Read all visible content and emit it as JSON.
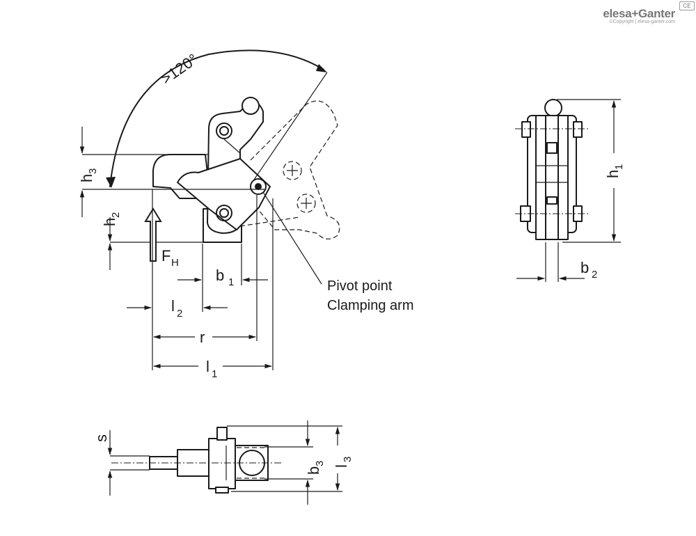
{
  "brand": {
    "name": "elesa+Ganter",
    "copyright": "©Copyright | elesa-ganter.com",
    "badge": "CE"
  },
  "labels": {
    "angle": ">120°",
    "h1": "h",
    "h1_sub": "1",
    "h2": "h",
    "h2_sub": "2",
    "h3": "h",
    "h3_sub": "3",
    "fh": "F",
    "fh_sub": "H",
    "b1": "b",
    "b1_sub": "1",
    "b2": "b",
    "b2_sub": "2",
    "b3": "b",
    "b3_sub": "3",
    "l1": "l",
    "l1_sub": "1",
    "l2": "l",
    "l2_sub": "2",
    "l3": "l",
    "l3_sub": "3",
    "r": "r",
    "s": "s",
    "pivot_line1": "Pivot point",
    "pivot_line2": "Clamping arm"
  }
}
